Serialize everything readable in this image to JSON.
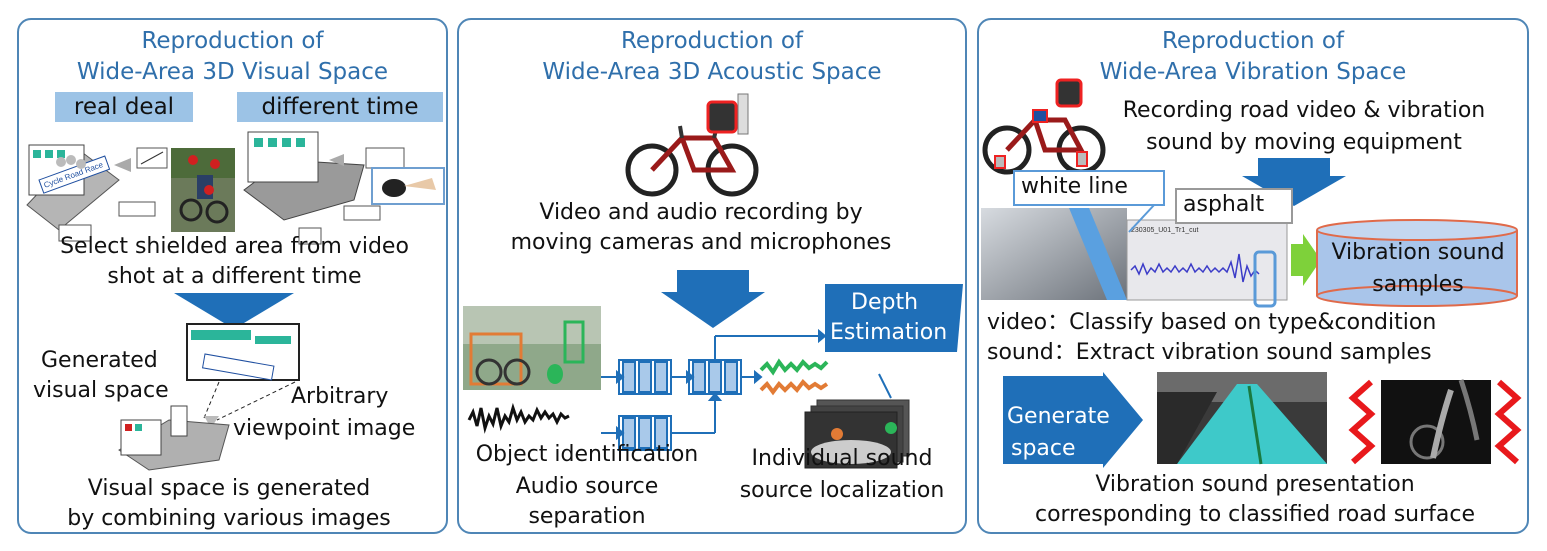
{
  "panel1": {
    "title_line1": "Reproduction of",
    "title_line2": "Wide-Area 3D Visual Space",
    "tag_left": "real deal",
    "tag_right": "different time",
    "sign_text": "Cycle Road Race",
    "desc1_line1": "Select shielded area from video",
    "desc1_line2": "shot at a different time",
    "generated_label_line1": "Generated",
    "generated_label_line2": "visual space",
    "viewpoint_label_line1": "Arbitrary",
    "viewpoint_label_line2": "viewpoint image",
    "desc2_line1": "Visual space is generated",
    "desc2_line2": "by combining various images"
  },
  "panel2": {
    "title_line1": "Reproduction of",
    "title_line2": "Wide-Area 3D Acoustic Space",
    "desc1_line1": "Video and audio recording by",
    "desc1_line2": "moving cameras and microphones",
    "depth_line1": "Depth",
    "depth_line2": "Estimation",
    "obj_line1": "Object identification",
    "obj_line2": "Audio source",
    "obj_line3": "separation",
    "loc_line1": "Individual sound",
    "loc_line2": "source localization"
  },
  "panel3": {
    "title_line1": "Reproduction of",
    "title_line2": "Wide-Area Vibration Space",
    "rec_line1": "Recording road video & vibration",
    "rec_line2": "sound by moving equipment",
    "white_line_label": "white line",
    "asphalt_label": "asphalt",
    "waveform_caption": "230305_U01_Tr1_cut",
    "cylinder_line1": "Vibration sound",
    "cylinder_line2": "samples",
    "video_line": "video：Classify based on type&condition",
    "sound_line": "sound：Extract vibration sound samples",
    "generate_line1": "Generate",
    "generate_line2": "space",
    "pres_line1": "Vibration sound presentation",
    "pres_line2": "corresponding to classified road surface"
  },
  "colors": {
    "title": "#2f6fab",
    "accent_blue": "#1f6fb8",
    "tag_fill": "#9cc3e6",
    "cyan_road": "#3ec9c9",
    "zigzag_red": "#e8191c",
    "green_arrow": "#7ed13a",
    "cylinder_fill": "#a9c5ea",
    "cylinder_edge": "#e06a4a"
  }
}
